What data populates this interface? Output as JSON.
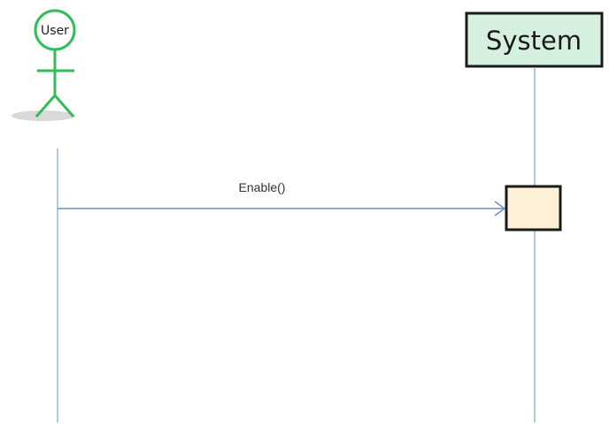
{
  "participants": {
    "actor": {
      "label": "User",
      "icon": "stick-figure-icon",
      "color": "#2fbf55"
    },
    "system": {
      "label": "System",
      "fill": "#d6f0e0",
      "border": "#1a1a1a"
    }
  },
  "messages": [
    {
      "label": "Enable()",
      "from": "User",
      "to": "System"
    }
  ],
  "colors": {
    "lifeline": "#9ab3d8",
    "arrow": "#6f8fc8",
    "activation_fill": "#fdf2d8",
    "activation_border": "#1a1a1a",
    "actor_shadow": "#d9d9d9"
  }
}
